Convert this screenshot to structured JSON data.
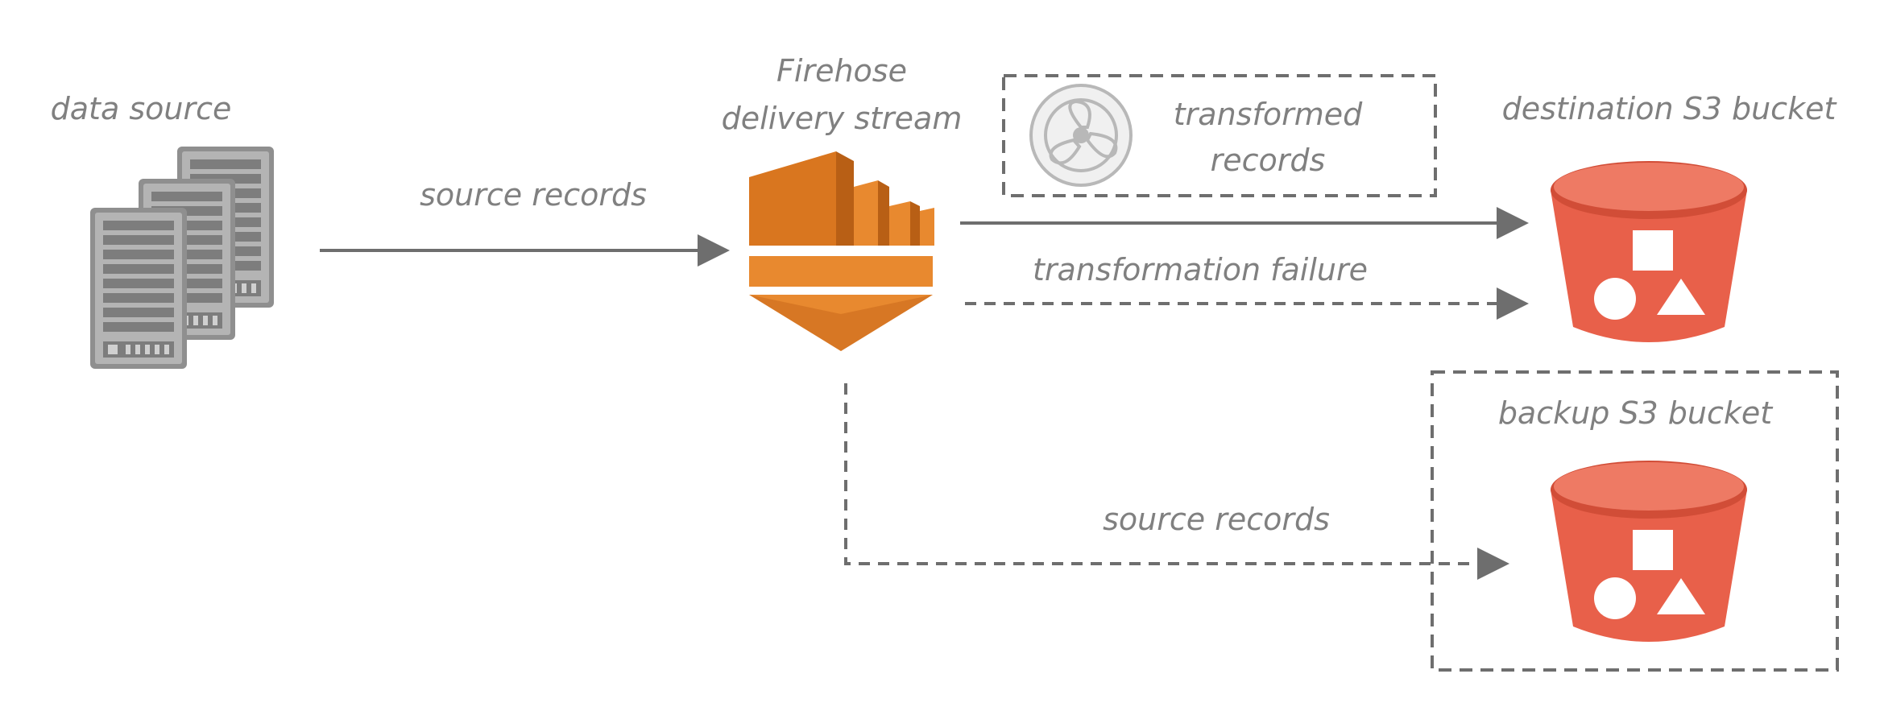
{
  "labels": {
    "data_source": "data source",
    "firehose_line1": "Firehose",
    "firehose_line2": "delivery stream",
    "source_records_top": "source records",
    "transformed_line1": "transformed",
    "transformed_line2": "records",
    "transformation_failure": "transformation failure",
    "destination_bucket": "destination S3 bucket",
    "backup_bucket": "backup S3 bucket",
    "source_records_bottom": "source records"
  },
  "colors": {
    "server_gray": "#8f8f8f",
    "firehose_orange": "#e8892f",
    "bucket_red": "#e8604a",
    "arrow_gray": "#6e6e6e",
    "label_gray": "#808080"
  },
  "icons": {
    "data_source": "server-stack-icon",
    "firehose": "firehose-icon",
    "lambda": "lambda-gear-icon",
    "destination": "s3-bucket-icon",
    "backup": "s3-bucket-icon"
  }
}
